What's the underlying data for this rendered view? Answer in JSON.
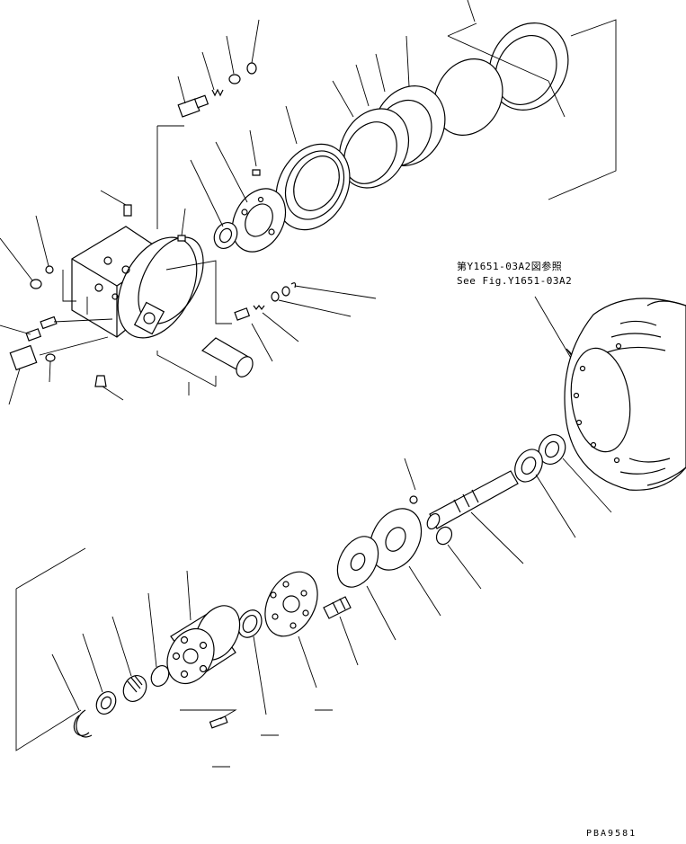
{
  "figure": {
    "reference_note_jp": "第Y1651-03A2図参照",
    "reference_note_en": "See Fig.Y1651-03A2",
    "drawing_code": "PBA9581"
  },
  "colors": {
    "line": "#000000",
    "background": "#ffffff"
  }
}
